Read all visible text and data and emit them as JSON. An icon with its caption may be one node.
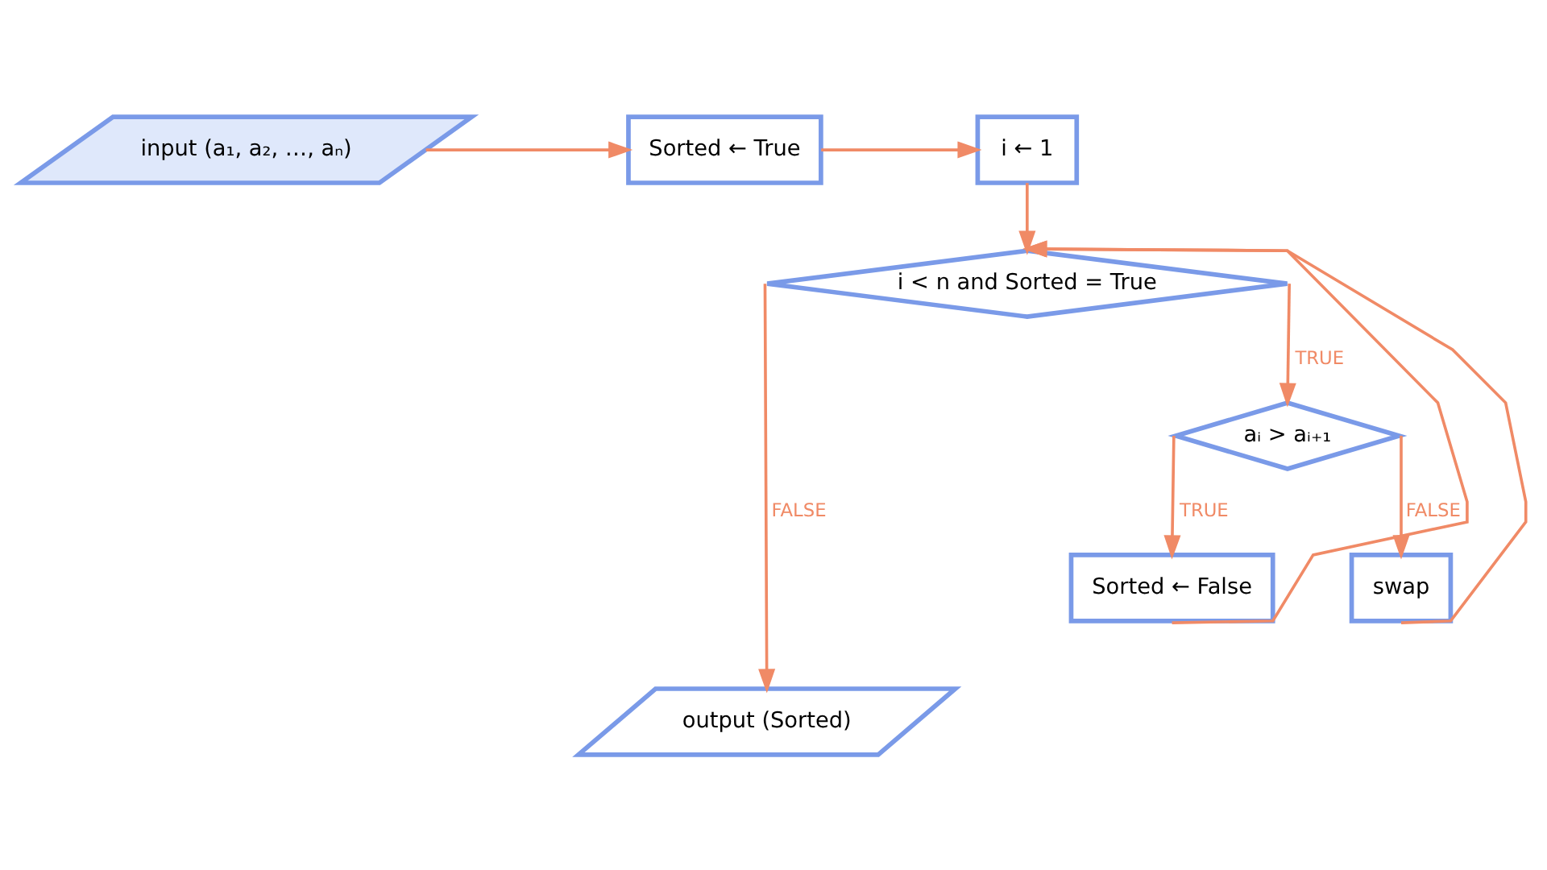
{
  "diagram": {
    "nodes": [
      {
        "text": [
          "input (a₁, a₂, …, aₙ)"
        ]
      },
      {
        "text": [
          "Sorted ← True"
        ]
      },
      {
        "text": [
          "i ← 1"
        ]
      },
      {
        "text": [
          "i < n and Sorted = True"
        ]
      },
      {
        "text": [
          "aᵢ > aᵢ₊₁"
        ]
      },
      {
        "text": [
          "Sorted ← False"
        ]
      },
      {
        "text": [
          "swap"
        ]
      },
      {
        "text": [
          "output (Sorted)"
        ]
      }
    ],
    "edges": [
      {
        "from": 0,
        "to": 1,
        "arrow": "to"
      },
      {
        "from": 1,
        "to": 2,
        "arrow": "to"
      },
      {
        "from": 2,
        "to": 3,
        "arrow": "to"
      },
      {
        "from": 3,
        "to": 4,
        "arrow": "to",
        "label": "TRUE"
      },
      {
        "from": 3,
        "to": 7,
        "arrow": "to",
        "label": "FALSE"
      },
      {
        "from": 4,
        "to": 5,
        "arrow": "to",
        "label": "TRUE"
      },
      {
        "from": 4,
        "to": 6,
        "arrow": "to",
        "label": "FALSE"
      },
      {
        "from": 5,
        "to": 3,
        "arrow": "to"
      },
      {
        "from": 6,
        "to": 3,
        "arrow": "to"
      }
    ]
  }
}
